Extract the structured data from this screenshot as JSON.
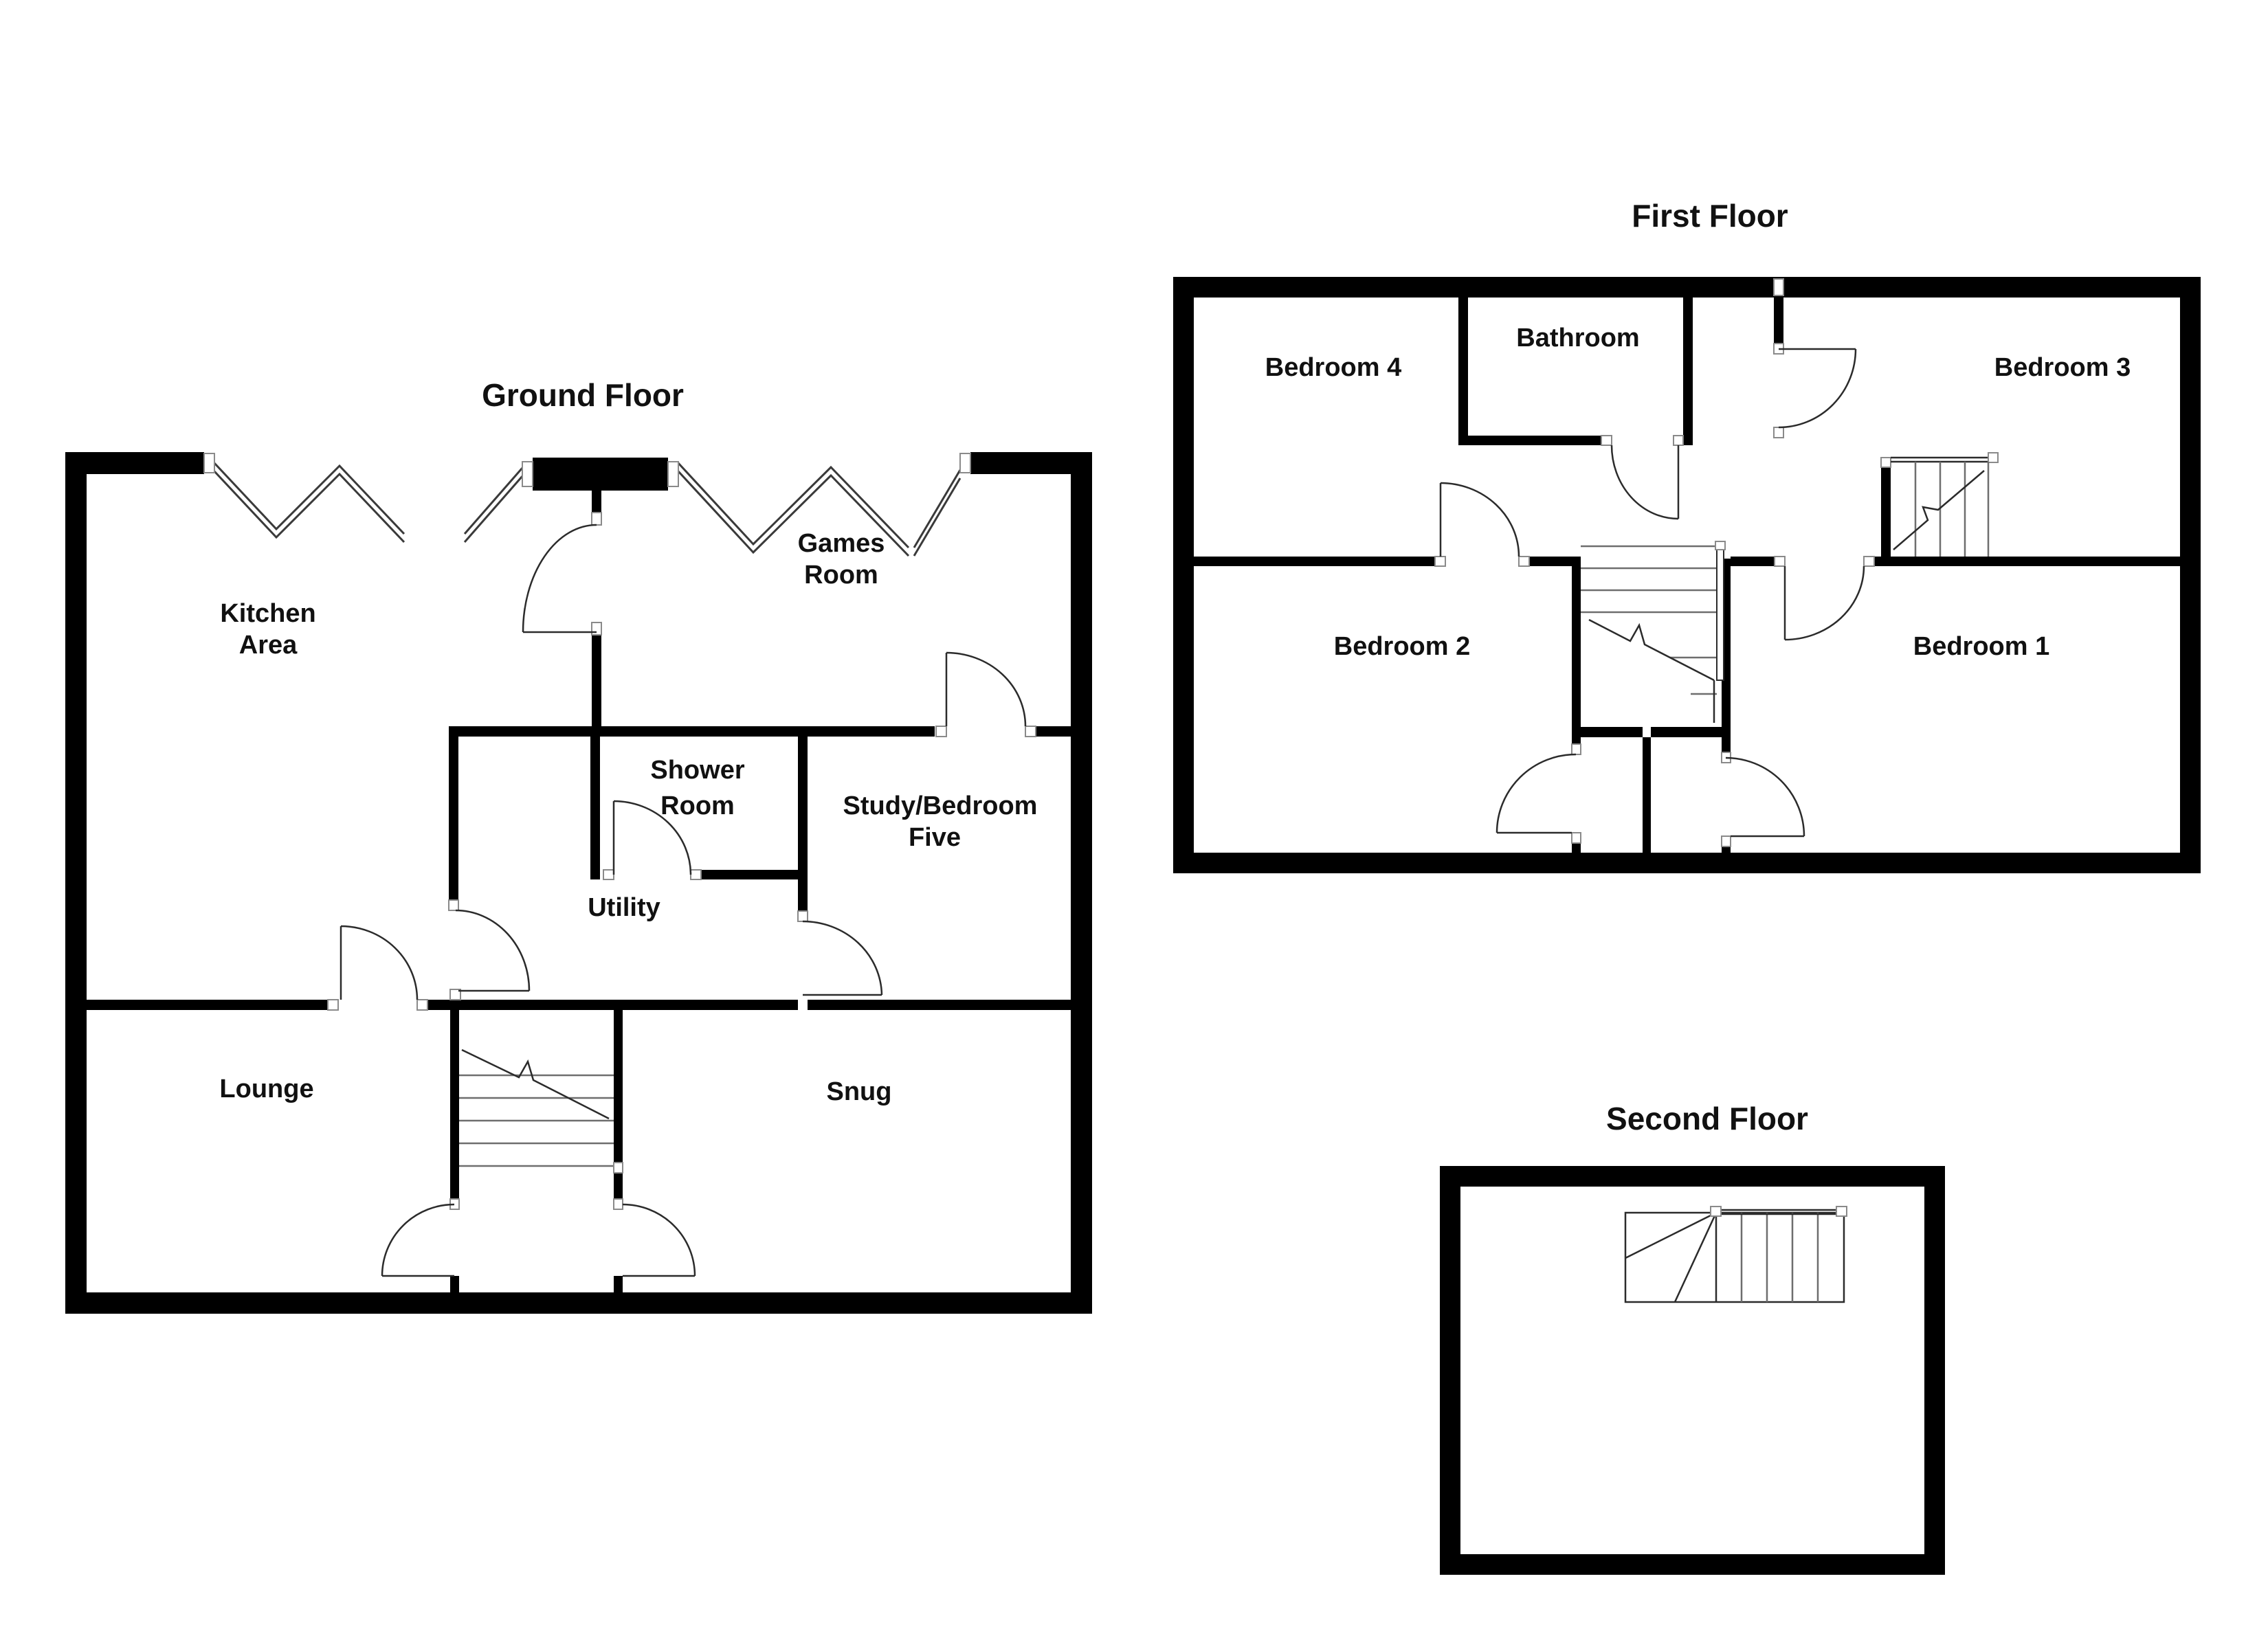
{
  "floors": {
    "ground": {
      "title": "Ground Floor",
      "rooms": {
        "kitchen": [
          "Kitchen",
          "Area"
        ],
        "games": [
          "Games",
          "Room"
        ],
        "shower": [
          "Shower",
          "Room"
        ],
        "study": [
          "Study/Bedroom",
          "Five"
        ],
        "utility": [
          "Utility"
        ],
        "lounge": [
          "Lounge"
        ],
        "snug": [
          "Snug"
        ]
      }
    },
    "first": {
      "title": "First Floor",
      "rooms": {
        "bedroom4": [
          "Bedroom 4"
        ],
        "bathroom": [
          "Bathroom"
        ],
        "bedroom3": [
          "Bedroom 3"
        ],
        "bedroom2": [
          "Bedroom 2"
        ],
        "bedroom1": [
          "Bedroom 1"
        ]
      }
    },
    "second": {
      "title": "Second Floor",
      "rooms": {}
    }
  },
  "colors": {
    "background": "#ffffff",
    "wall": "#000000",
    "thin_line": "#2b2b2b",
    "tread": "#6e6e6e",
    "jamb_border": "#8a8a8a",
    "text": "#111111"
  }
}
